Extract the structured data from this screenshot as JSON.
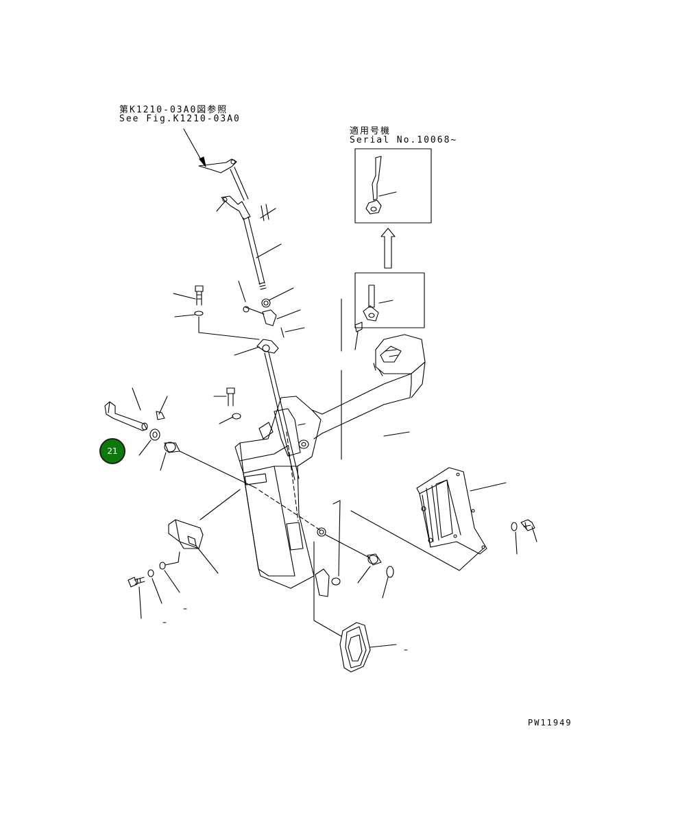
{
  "references": {
    "jp_line": "第K1210-03A0図参照",
    "en_line": "See Fig.K1210-03A0"
  },
  "applicable": {
    "jp_line": "適用号機",
    "serial_line": "Serial No.10068~"
  },
  "callout": {
    "number": "21",
    "color": "#0b7a0b"
  },
  "drawing_id": "PW11949"
}
